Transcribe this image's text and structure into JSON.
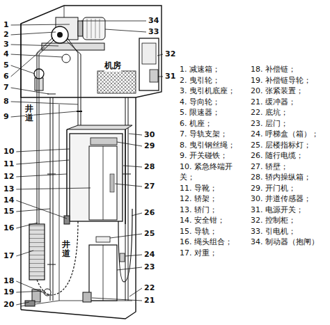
{
  "diagram": {
    "labels": [
      "机房",
      "井道",
      "井道",
      "1",
      "2",
      "3",
      "4",
      "5",
      "6",
      "7",
      "8",
      "9",
      "10",
      "11",
      "12",
      "13",
      "14",
      "15",
      "16",
      "17",
      "18",
      "19",
      "20",
      "21",
      "22",
      "23",
      "24",
      "25",
      "26",
      "27",
      "28",
      "29",
      "30",
      "31",
      "32",
      "33",
      "34",
      "1. 减速箱；",
      "2. 曳引轮；",
      "3. 曳引机底座；",
      "4. 导向轮；",
      "5. 限速器；",
      "6. 机座；",
      "7. 导轨支架；",
      "8. 曳引钢丝绳；",
      "9. 开关碰铁；",
      "10. 紧急终端开关；",
      "11. 导靴；",
      "12. 轿架；",
      "13. 轿门；",
      "14. 安全钳；",
      "15. 导轨；",
      "16. 绳头组合；",
      "17. 对重；",
      "18. 补偿链；",
      "19. 补偿链导轮；",
      "20. 张紧装置；",
      "21. 缓冲器；",
      "22. 底坑；",
      "23. 层门；",
      "24. 呼梯盒（箱）；",
      "25. 层楼指标灯；",
      "26. 随行电缆；",
      "27. 轿壁；",
      "28. 轿内操纵箱；",
      "29. 开门机；",
      "30. 井道传感器；",
      "31. 电源开关；",
      "32. 控制柜；",
      "33. 引电机；",
      "34. 制动器（抱闸）"
    ]
  }
}
